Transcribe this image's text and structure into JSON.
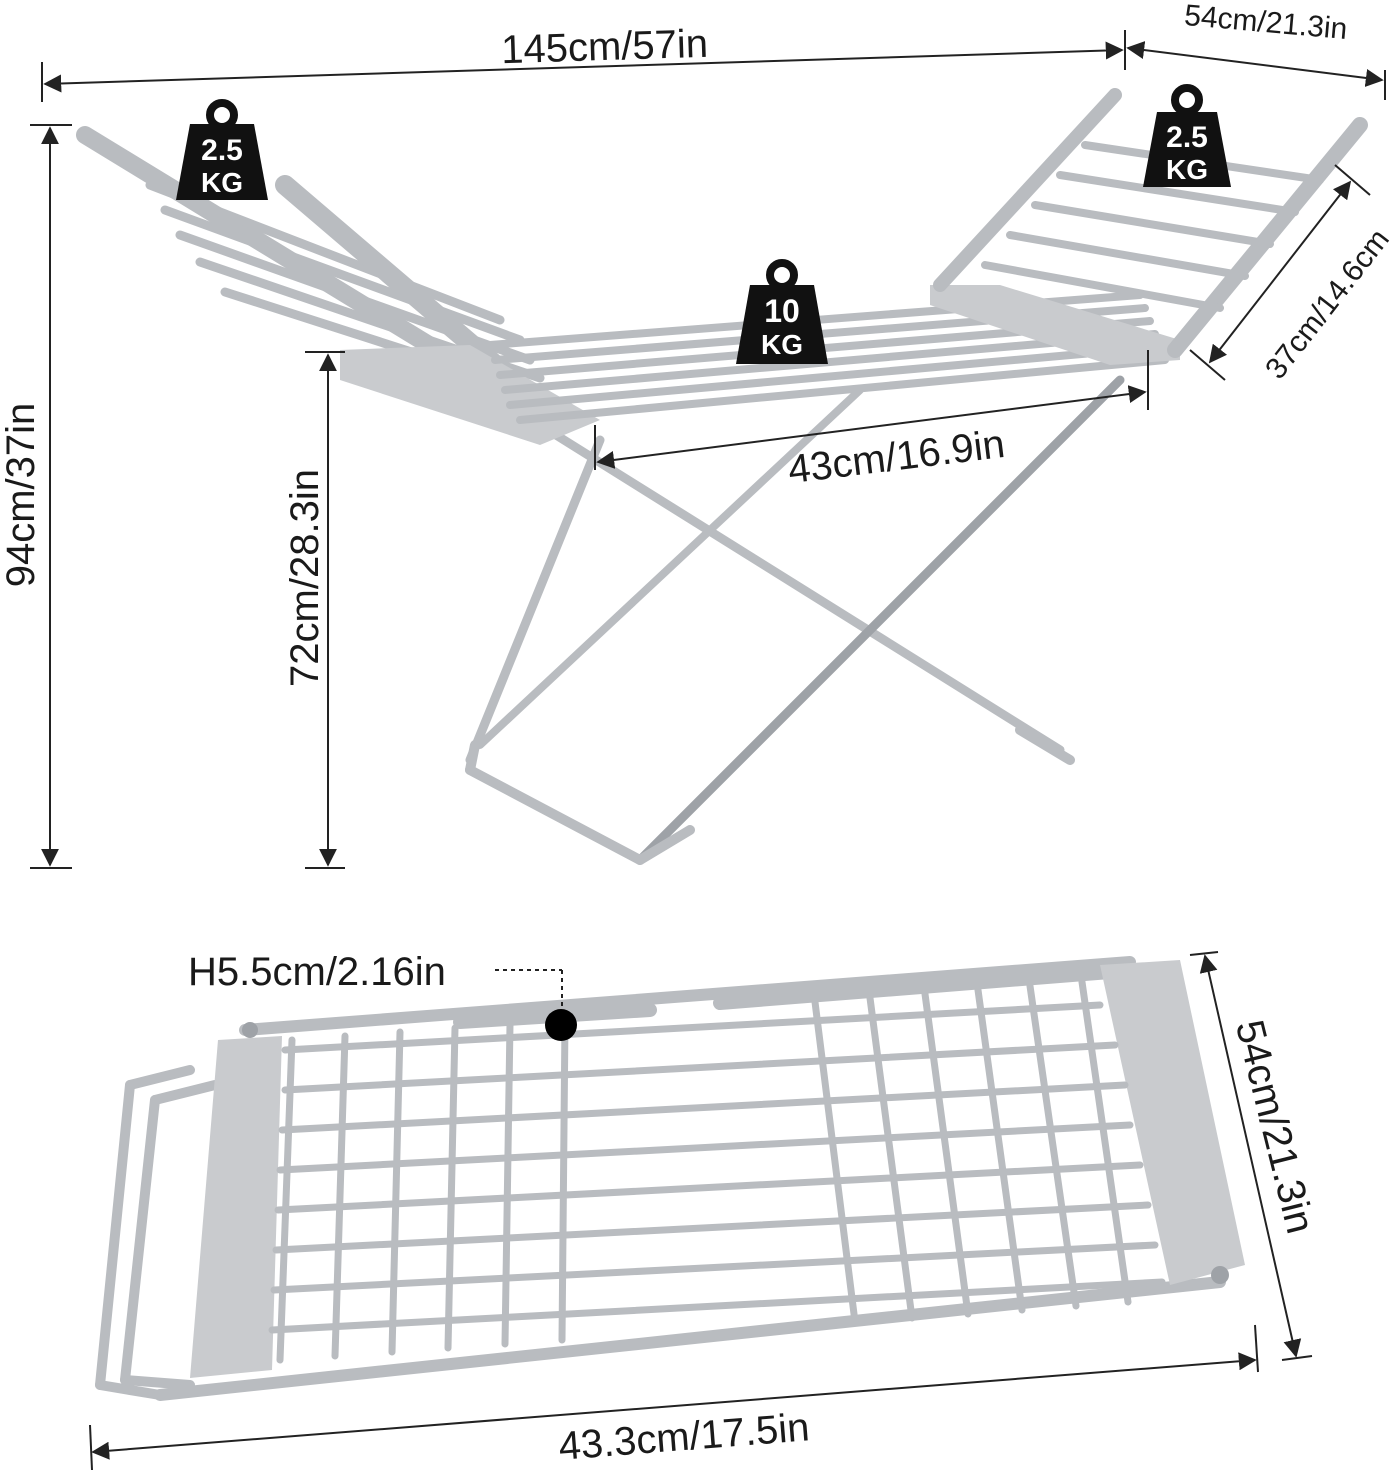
{
  "colors": {
    "rod": "#b9bcc0",
    "rod_dark": "#9ea2a7",
    "panel": "#c9cbce",
    "weight_icon": "#111111",
    "dimension_line": "#222222"
  },
  "top_view": {
    "width_label": "145cm/57in",
    "depth_label": "54cm/21.3in",
    "height_label": "94cm/37in",
    "rack_height_label": "72cm/28.3in",
    "center_width_label": "43cm/16.9in",
    "wing_length_label": "37cm/14.6cm",
    "weights": {
      "left": {
        "value": "2.5",
        "unit": "KG"
      },
      "center": {
        "value": "10",
        "unit": "KG"
      },
      "right": {
        "value": "2.5",
        "unit": "KG"
      }
    }
  },
  "folded_view": {
    "thickness_label": "H5.5cm/2.16in",
    "depth_label": "54cm/21.3in",
    "length_label": "43.3cm/17.5in"
  }
}
